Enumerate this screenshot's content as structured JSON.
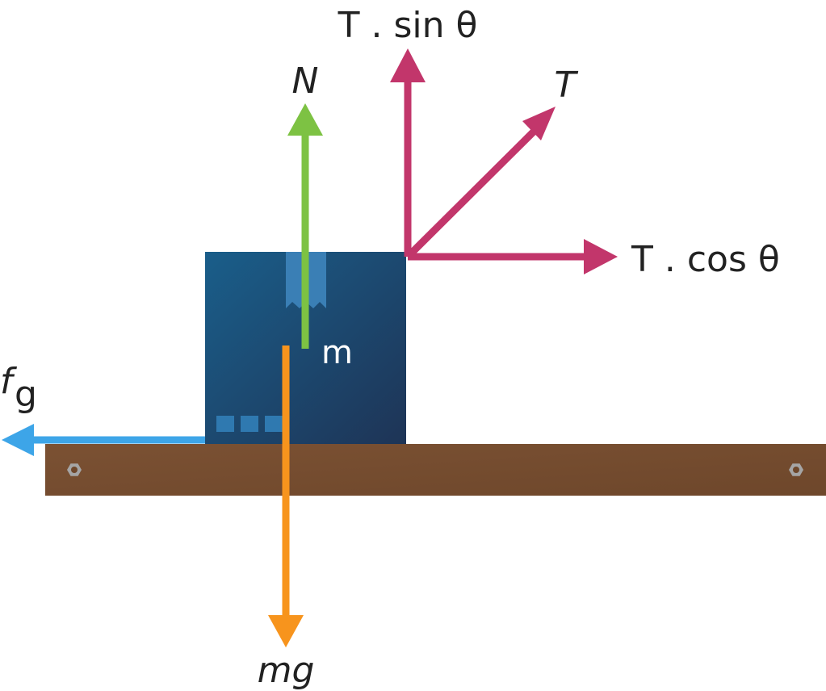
{
  "labels": {
    "normal": "N",
    "weight": "mg",
    "friction_main": "f",
    "friction_sub": "g",
    "mass": "m",
    "tension": "T",
    "tension_sin": "T . sin θ",
    "tension_cos": "T . cos θ"
  },
  "colors": {
    "normal": "#7dc243",
    "weight": "#f7941d",
    "friction": "#3da5e8",
    "tension": "#c2366b",
    "box_top": "#1d5c86",
    "box_bottom": "#1d3657",
    "surface": "#7a5032",
    "bolt": "#9b9b9b"
  }
}
